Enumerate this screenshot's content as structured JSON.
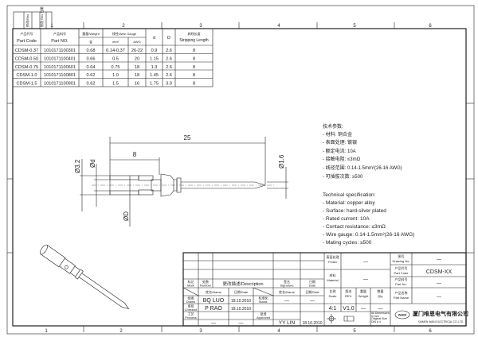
{
  "sheet": {
    "columns": [
      "1",
      "2",
      "3",
      "4",
      "5",
      "6"
    ]
  },
  "revision_box": {
    "col1": "修改/Rev",
    "col2": "修改 Rev 日期"
  },
  "parts_table": {
    "headers": {
      "part_code": [
        "产品代号",
        "Part Code"
      ],
      "part_no": [
        "产品料号",
        "Part NO."
      ],
      "weight": "重量/Weight",
      "weight_unit": "g",
      "wire_gauge": "线径/Wire Gauge",
      "mm2": "mm²",
      "awg": "AWG",
      "d": "d",
      "D": "D",
      "stripping": [
        "剥线长度",
        "Stripping Length"
      ]
    },
    "rows": [
      {
        "code": "CDSM-0.37",
        "no": "1010171100301",
        "weight": "0.68",
        "mm2": "0.14-0.37",
        "awg": "26-22",
        "d": "0.9",
        "D": "2.6",
        "strip": "8"
      },
      {
        "code": "CDSM-0.50",
        "no": "1010171100401",
        "weight": "0.66",
        "mm2": "0.5",
        "awg": "20",
        "d": "1.15",
        "D": "2.6",
        "strip": "8"
      },
      {
        "code": "CDSM-0.75",
        "no": "1010171100601",
        "weight": "0.64",
        "mm2": "0.75",
        "awg": "18",
        "d": "1.3",
        "D": "2.6",
        "strip": "8"
      },
      {
        "code": "CDSM-1.0",
        "no": "1010171100801",
        "weight": "0.62",
        "mm2": "1.0",
        "awg": "18",
        "d": "1.45",
        "D": "2.6",
        "strip": "8"
      },
      {
        "code": "CDSM-1.5",
        "no": "1010171100901",
        "weight": "0.62",
        "mm2": "1.5",
        "awg": "16",
        "d": "1.75",
        "D": "3.0",
        "strip": "8"
      }
    ]
  },
  "drawing": {
    "dim_total": "25",
    "dim_strip": "8",
    "dim_outer": "Ø3.2",
    "dim_d": "Ød",
    "dim_D": "ØD",
    "dim_pin": "Ø1.6"
  },
  "specs_cn": [
    "技术参数:",
    "- 材料: 铜合金",
    "- 表面处理: 镀银",
    "- 额定电流: 10A",
    "- 接触电阻: ≤3mΩ",
    "- 线径范围: 0.14-1.5mm²(26-16 AWG)",
    "- 可插拔次数: ≥500"
  ],
  "specs_en": [
    "Technical specification:",
    "- Material: copper alloy",
    "- Surface: hard-silver plated",
    "- Rated current: 10A",
    "- Contact resistance: ≤3mΩ",
    "- Wire gauge: 0.14-1.5mm²(26-16 AWG)",
    "- Mating cycles: ≥500"
  ],
  "title_block": {
    "mark": [
      "标记",
      "Mark"
    ],
    "number": [
      "处数",
      "Number"
    ],
    "description": "更改描述/Description",
    "signature": [
      "签名",
      "Signature"
    ],
    "date": [
      "日期",
      "Date"
    ],
    "name_hdr": "姓名/Name",
    "date_hdr": "日期/Date",
    "drawn": [
      "绘图",
      "Drawn"
    ],
    "drawn_name": "BQ LUO",
    "drawn_date": "18.10.2010",
    "checked": [
      "审核",
      "Checked"
    ],
    "checked_name": "P RAO",
    "checked_date": "18.10.2010",
    "process": [
      "工艺",
      "Process"
    ],
    "process_name": "—",
    "process_date": "—",
    "standard": [
      "标准化",
      "Stand."
    ],
    "standard_name": "—",
    "standard_date": "—",
    "approved": [
      "批准",
      "Approved"
    ],
    "approved_name": "YY LIN",
    "approved_date": "18.10.2010",
    "finish": [
      "表面处理",
      "Finish"
    ],
    "finish_value": "—",
    "material": [
      "材料",
      "Material"
    ],
    "material_value": "—",
    "scale": [
      "比例",
      "Scale"
    ],
    "scale_value": "4:1",
    "rev": [
      "版本",
      "REV."
    ],
    "rev_value": "V1.0",
    "weight": [
      "重量",
      "Weight"
    ],
    "weight_value": "—",
    "qty": [
      "数量",
      "Qty."
    ],
    "qty_value": "—",
    "dimensions_note": [
      "All Dimensions in mm",
      "Original Size DIN A 4"
    ],
    "drawing_no": [
      "图号",
      "Drawing No."
    ],
    "drawing_no_value": "—",
    "part_code": [
      "产品代号",
      "Part Code"
    ],
    "part_code_value": "CDSM-XX",
    "part_no": [
      "产品料号",
      "Part No."
    ],
    "part_no_value": "—",
    "part_name": [
      "产品名称",
      "Part Name"
    ],
    "part_name_value": "—",
    "company_cn": "厦门唯恩电气有限公司",
    "company_en": "XIAMEN WAIN ELECTRICAL CO.,LTD",
    "logo": "WAIN"
  }
}
